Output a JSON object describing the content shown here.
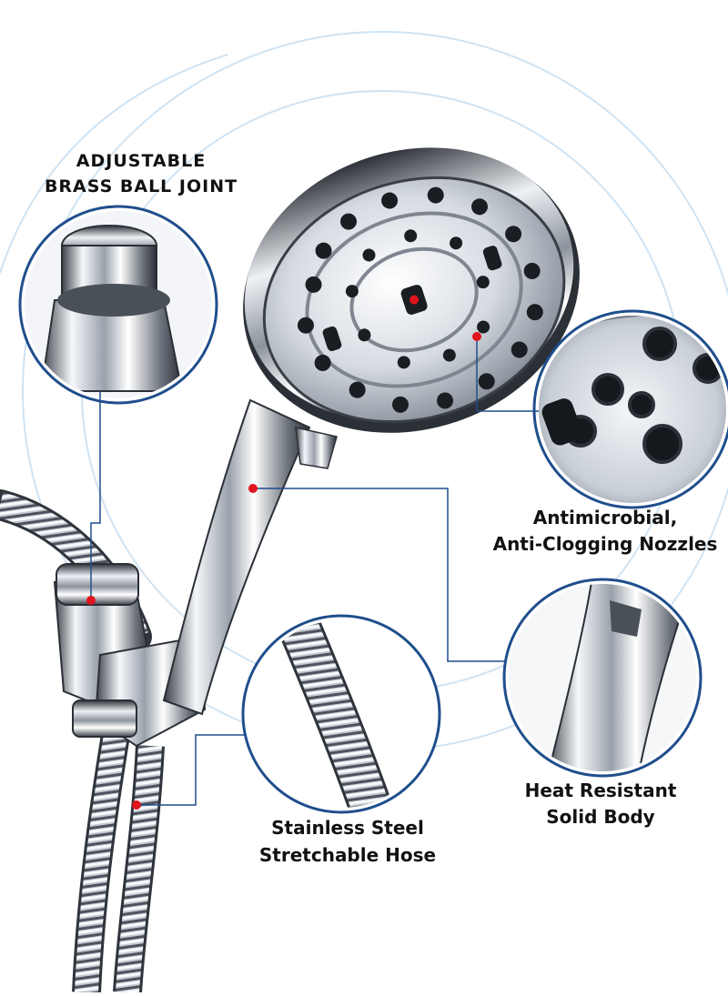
{
  "features": [
    {
      "id": "ball-joint",
      "lines": [
        "ADJUSTABLE",
        "BRASS BALL JOINT"
      ]
    },
    {
      "id": "nozzles",
      "lines": [
        "Antimicrobial,",
        "Anti-Clogging Nozzles"
      ]
    },
    {
      "id": "body",
      "lines": [
        "Heat Resistant",
        "Solid Body"
      ]
    },
    {
      "id": "hose",
      "lines": [
        "Stainless Steel",
        "Stretchable Hose"
      ]
    }
  ],
  "colors": {
    "callout_line": "#1f4e8c",
    "marker_dot": "#e0141e",
    "text": "#111111",
    "decor_arc": "#cfe3f3",
    "chrome_dark": "#2b2f36",
    "chrome_light": "#f2f4f7"
  }
}
